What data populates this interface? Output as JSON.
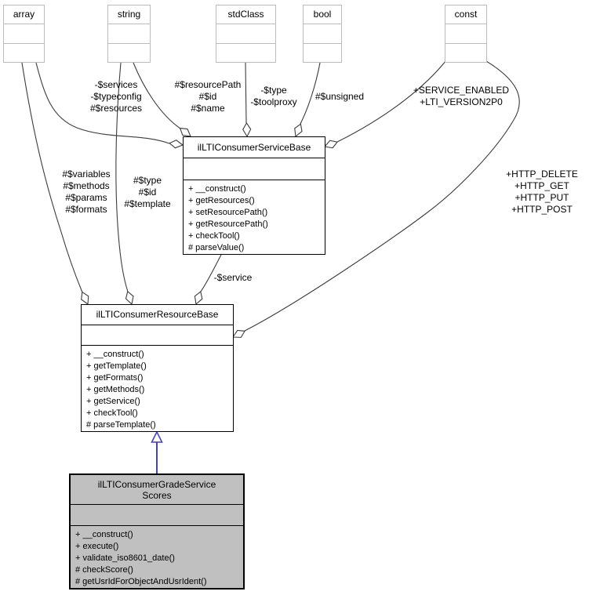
{
  "diagram": {
    "kind": "uml-collaboration-graph",
    "colors": {
      "edge": "#3c3c3c",
      "inheritance": "#4747a6",
      "class_fill": "#ffffff",
      "highlight_fill": "#c0c0c0",
      "external_border": "#bcbcbc",
      "class_border": "#000000"
    },
    "external_types": [
      {
        "label": "array"
      },
      {
        "label": "string"
      },
      {
        "label": "stdClass"
      },
      {
        "label": "bool"
      },
      {
        "label": "const"
      }
    ],
    "classes": [
      {
        "title": "ilLTIConsumerServiceBase",
        "methods": [
          "+ __construct()",
          "+ getResources()",
          "+ setResourcePath()",
          "+ getResourcePath()",
          "+ checkTool()",
          "# parseValue()"
        ]
      },
      {
        "title": "ilLTIConsumerResourceBase",
        "methods": [
          "+ __construct()",
          "+ getTemplate()",
          "+ getFormats()",
          "+ getMethods()",
          "+ getService()",
          "+ checkTool()",
          "# parseTemplate()"
        ]
      },
      {
        "title_line1": "ilLTIConsumerGradeService",
        "title_line2": "Scores",
        "methods": [
          "+ __construct()",
          "+ execute()",
          "+ validate_iso8601_date()",
          "# checkScore()",
          "# getUsrIdForObjectAndUsrIdent()"
        ]
      }
    ],
    "edge_labels": [
      {
        "lines": [
          "-$services",
          "-$typeconfig",
          "#$resources"
        ]
      },
      {
        "lines": [
          "#$resourcePath",
          "#$id",
          "#$name"
        ]
      },
      {
        "lines": [
          "-$type",
          "-$toolproxy"
        ]
      },
      {
        "lines": [
          "#$unsigned"
        ]
      },
      {
        "lines": [
          "+SERVICE_ENABLED",
          "+LTI_VERSION2P0"
        ]
      },
      {
        "lines": [
          "#$variables",
          "#$methods",
          "#$params",
          "#$formats"
        ]
      },
      {
        "lines": [
          "#$type",
          "#$id",
          "#$template"
        ]
      },
      {
        "lines": [
          "-$service"
        ]
      },
      {
        "lines": [
          "+HTTP_DELETE",
          "+HTTP_GET",
          "+HTTP_PUT",
          "+HTTP_POST"
        ]
      }
    ]
  }
}
